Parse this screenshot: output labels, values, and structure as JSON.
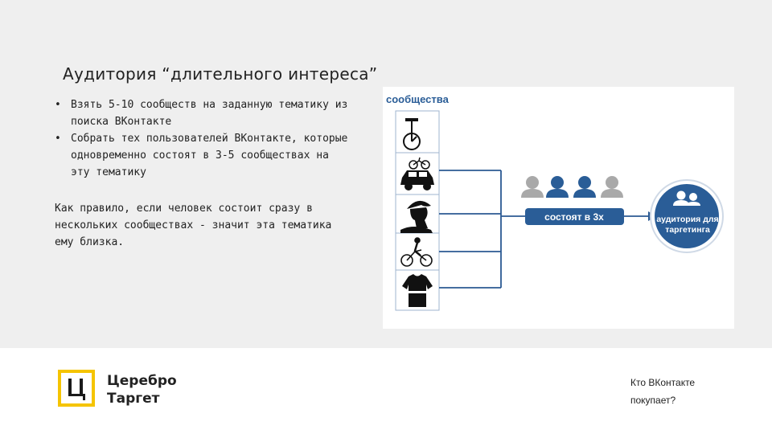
{
  "title": "Аудитория “длительного интереса”",
  "bullets": [
    "Взять 5-10 сообществ на заданную тематику из поиска ВКонтакте",
    "Собрать тех пользователей ВКонтакте, которые одновременно состоят в 3-5 сообществах на эту тематику"
  ],
  "bullet_symbol": "•",
  "paragraph": "Как правило, если человек состоит сразу в нескольких сообществах - значит эта тематика ему близка.",
  "diagram": {
    "communities_label": "сообщества",
    "membership_label": "состоят в 3х",
    "audience_label_line1": "аудитория для",
    "audience_label_line2": "таргетинга",
    "community_icons": [
      "unicycle-icon",
      "car-with-bike-icon",
      "helmet-head-icon",
      "cyclist-icon",
      "cycling-jersey-icon"
    ],
    "accent_color": "#2a5d97",
    "line_color": "#2b5a93",
    "person_gray": "#a9a9a9"
  },
  "footer": {
    "brand_line1": "Церебро",
    "brand_line2": "Таргет",
    "logo_color": "#f5c400",
    "question_line1": "Кто ВКонтакте",
    "question_line2": "покупает?"
  }
}
